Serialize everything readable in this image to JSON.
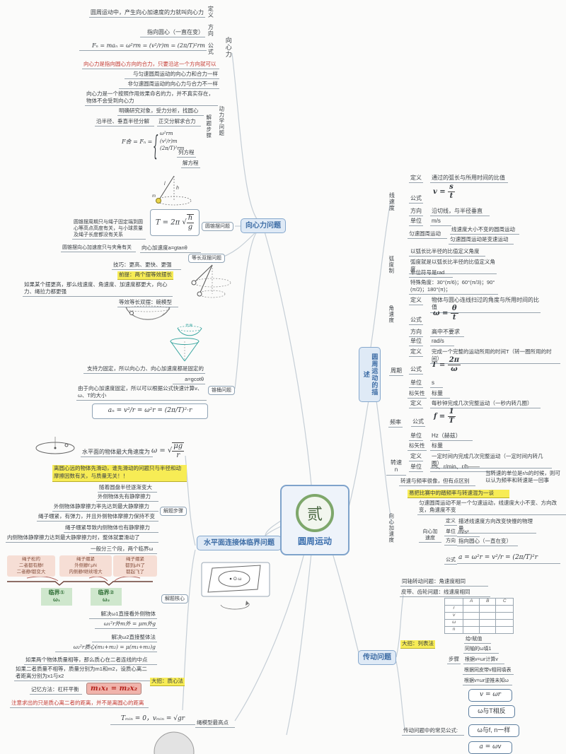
{
  "center": {
    "title": "圆周运动",
    "icon_char": "贰"
  },
  "cf": {
    "node": "向心力问题",
    "label": "向心力",
    "defL": "定义",
    "def": "圆周运动中，产生向心加速度的力就叫向心力",
    "dirL": "方向",
    "dir": "指向圆心（一直在变）",
    "forL": "公式",
    "formula": "Fₙ = maₙ = ω²rm = (v²/r)m = (2π/T)²rm",
    "red": "向心力是指向圆心方向的合力，只要沿这一个方向就可以",
    "n1": "与匀速圆周运动的向心力和合力一样",
    "n2": "非匀速圆周运动的向心力与合力不一样",
    "n3": "向心力是一个按照作用效果命名的力，并不真实存在，物体不会受到向心力"
  },
  "dyn": {
    "label": "动力学问题",
    "steps": "解题步骤",
    "s1": "明确研究对象，受力分析，找圆心",
    "s2": "沿半径、垂直半径分解",
    "s2b": "正交分解求合力",
    "feq": "F合 = Fₙ =",
    "case1": "ω²rm",
    "case2": "(v²/r)m",
    "case3": "(2π/T)²rm",
    "s3": "列方程",
    "s4": "解方程"
  },
  "cone": {
    "node": "圆锥摆问题",
    "p1": "T = 2π",
    "pNum": "h",
    "pDen": "g",
    "note": "圆锥摆周期只与绳子固定端到圆心等高点高度有关，与小球质量及绳子长度都没有关系",
    "accNote": "圆锥摆向心加速度只与夹角有关",
    "acc": "向心加速度a=gtanθ"
  },
  "dbl": {
    "node": "等长双摆问题",
    "tip": "技巧：更高、更快、更强",
    "premise": "前提：两个摆等效摆长",
    "note": "如果某个摆更高，那么线速度、角速度、加速度都更大，向心力、绳拉力都更强",
    "bowl": "等效等长双摆：碗模型"
  },
  "funnel": {
    "node": "锥桶问题",
    "n1": "支持力固定，所以向心力、向心加速度都是固定的",
    "a": "a=gcotθ",
    "n2": "由于向心加速度固定，所以可以根据公式快速计算v、ω、T的大小",
    "an": "aₙ = v²/r = ω²r = (2π/T)²·r"
  },
  "hp": {
    "node": "水平面连接体临界问题",
    "max": "水平面的物体最大角速度为",
    "o1": "ω =",
    "oNum": "μg",
    "oDen": "r",
    "yellow": "离圆心远的物体先滑动，谁先滑动的问题只与半径和动摩擦因数有关，与质量无关！！",
    "steps": "解题步骤",
    "s1": "随着圆盘半径逐渐变大",
    "s2": "外侧物体先有静摩擦力",
    "s3": "外侧物体静摩擦力率先达到最大静摩擦力",
    "s4": "绳子绷紧，有弹力，并且外侧物体摩擦力保持不变",
    "s5": "绳子绷紧导致内侧物体也有静摩擦力",
    "s6": "内侧物体静摩擦力达到最大静摩擦力时，整体就要滑动了",
    "core": "解题核心",
    "coreNote": "一般分三个段，两个临界ω",
    "p1": "绳子松的\n二者都有静f\n二者静f都变大",
    "p2": "绳子绷紧\n外侧静f:μN\n内侧静f继续增大",
    "p3": "绳子绷紧\n都到μN了\n都起飞了",
    "c1": "临界①\nω₁",
    "c2": "临界②\nω₂",
    "w1": "解决ω1直接看外侧物体",
    "w1f": "ω₁²r外m外 = μm外g",
    "w2": "解决ω2直接整体法",
    "w2f": "ω₂²r质心(m₁+m₂) = μ(m₁+m₂)g",
    "eq": "如果两个物体质量相等，那么质心在二者连线的中点",
    "neq": "如果二者质量不相等，质量分别为m1和m2，设质心离二者距离分别为x1与x2",
    "trick": "大招：质心法",
    "mem": "记忆方法：杠杆平衡",
    "lever": "m₁x₁ = m₂x₂",
    "warn": "注意求出的只是质心离二者的距离，并不是离圆心的距离"
  },
  "rope": {
    "f": "Tₘᵢₙ = 0，vₘᵢₙ = √gr",
    "node": "绳模型最高点"
  },
  "desc": {
    "node": "圆周运动的描述",
    "v": {
      "label": "线速度",
      "defL": "定义",
      "def": "通过的弧长与所用时间的比值",
      "forL": "公式",
      "f1": "v =",
      "fNum": "s",
      "fDen": "t",
      "dirL": "方向",
      "dir": "沿切线，与半径垂直",
      "unitL": "单位",
      "unit": "m/s",
      "ucm": "匀速圆周运动",
      "ucm1": "线速度大小不变的圆周运动",
      "ucm2": "匀速圆周运动是变速运动"
    },
    "rad": {
      "label": "弧度制",
      "n1": "以弧长比半径的比值定义角度",
      "n2": "弧度就是以弧长比半径的比值定义角度",
      "n3": "单位符号是rad",
      "n4": "特殊角度：30°(π/6)；60°(π/3)；90°(π/2)；180°(π)；"
    },
    "w": {
      "label": "角速度",
      "defL": "定义",
      "def": "物体与圆心连线扫过的角度与所用时间的比值",
      "forL": "公式",
      "f1": "ω =",
      "fNum": "θ",
      "fDen": "t",
      "dirL": "方向",
      "dir": "高中不要求",
      "unitL": "单位",
      "unit": "rad/s"
    },
    "t": {
      "label": "周期",
      "defL": "定义",
      "def": "完成一个完整的运动所用的时间T（转一圈所用的时间）",
      "forL": "公式",
      "f1": "T =",
      "fNum": "2π",
      "fDen": "ω",
      "unitL": "单位",
      "unit": "s",
      "svL": "标矢性",
      "sv": "标量"
    },
    "f": {
      "label": "频率",
      "defL": "定义",
      "def": "每秒钟完成几次完整运动（一秒内转几圈）",
      "forL": "公式",
      "f1": "f =",
      "fNum": "1",
      "fDen": "T",
      "unitL": "单位",
      "unit": "Hz（赫兹）",
      "svL": "标矢性",
      "sv": "标量"
    },
    "n": {
      "label": "转速\nn",
      "defL": "定义",
      "def": "一定时间内完成几次完整运动（一定时间内转几圈）",
      "unitL": "单位",
      "unit": "r/s、r/min、r/h——",
      "cmp": "转速与频率很像，但有点区别",
      "cmpR": "当转速的单位是r/s的时候，则可以认为频率和转速是一回事",
      "yellow": "易把比赛中的踏频率与转速混为一谈"
    },
    "acc": {
      "label": "向心加速度",
      "note": "匀速圆周运动不是一个匀速运动，线速度大小不变、方向改变，角速度不变",
      "inner": "向心加\n速度",
      "defL": "定义",
      "def": "描述线速度方向改变快慢的物理量",
      "unitL": "单位",
      "unit": "m/s²",
      "dirL": "方向",
      "dir": "指向圆心（一直在变）",
      "forL": "公式",
      "f": "a = ω²r = v²/r = (2π/T)²r"
    }
  },
  "drive": {
    "node": "传动问题",
    "coax": "同轴转动问题：角速度相同",
    "belt": "皮带、齿轮问题：线速度相同",
    "table": {
      "cols": [
        "",
        "A",
        "B",
        "C"
      ],
      "rows": [
        "r",
        "v",
        "ω",
        "n"
      ]
    },
    "trick": "大招：列表法",
    "stepsL": "步骤",
    "s1": "给r赋值",
    "s2": "同轴的ω填1",
    "s3": "根据v=ωr计算v",
    "s4": "根据同皮带v相同填表",
    "s5": "根据v=ωr逆推未知ω",
    "f1": "v = ωr",
    "common": "传动问题中的常见公式:",
    "f2": "ω与T相反",
    "f3": "ω与f, n一样",
    "f4": "a = ωv"
  }
}
